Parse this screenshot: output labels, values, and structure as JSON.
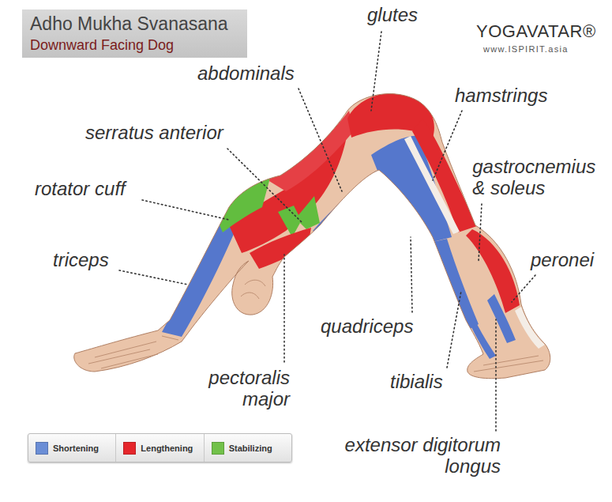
{
  "diagram": {
    "title": "Adho Mukha Svanasana",
    "labels": [
      "Downward Facing Dog",
      "YOGAVATAR®",
      "www.ISPIRIT.asia",
      "glutes",
      "abdominals",
      "hamstrings",
      "serratus anterior",
      "rotator cuff",
      "gastrocnemius & soleus",
      "triceps",
      "peronei",
      "quadriceps",
      "pectoralis major",
      "tibialis",
      "extensor digitorum longus"
    ],
    "legend": [
      {
        "text": "Shortening",
        "color": "#6b8ed6"
      },
      {
        "text": "Lengthening",
        "color": "#e5262b"
      },
      {
        "text": "Stabilizing",
        "color": "#72c14a"
      }
    ]
  }
}
